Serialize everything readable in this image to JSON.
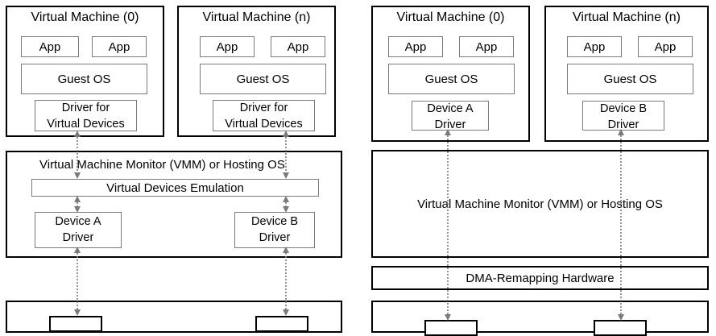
{
  "left_panel": {
    "vm0": {
      "title": "Virtual Machine (0)",
      "app1": "App",
      "app2": "App",
      "guest_os": "Guest OS",
      "driver_line1": "Driver for",
      "driver_line2": "Virtual Devices"
    },
    "vmn": {
      "title": "Virtual Machine (n)",
      "app1": "App",
      "app2": "App",
      "guest_os": "Guest OS",
      "driver_line1": "Driver for",
      "driver_line2": "Virtual Devices"
    },
    "vmm": {
      "title": "Virtual Machine Monitor (VMM) or Hosting OS",
      "emulation": "Virtual Devices Emulation",
      "driver_a_line1": "Device A",
      "driver_a_line2": "Driver",
      "driver_b_line1": "Device B",
      "driver_b_line2": "Driver"
    }
  },
  "right_panel": {
    "vm0": {
      "title": "Virtual Machine (0)",
      "app1": "App",
      "app2": "App",
      "guest_os": "Guest OS",
      "driver_line1": "Device A",
      "driver_line2": "Driver"
    },
    "vmn": {
      "title": "Virtual Machine (n)",
      "app1": "App",
      "app2": "App",
      "guest_os": "Guest OS",
      "driver_line1": "Device B",
      "driver_line2": "Driver"
    },
    "vmm": {
      "title": "Virtual Machine Monitor (VMM) or Hosting OS"
    },
    "dma": "DMA-Remapping Hardware"
  },
  "colors": {
    "box_border": "#000000",
    "inner_border": "#7a7a7a",
    "arrow": "#7a7a7a"
  }
}
